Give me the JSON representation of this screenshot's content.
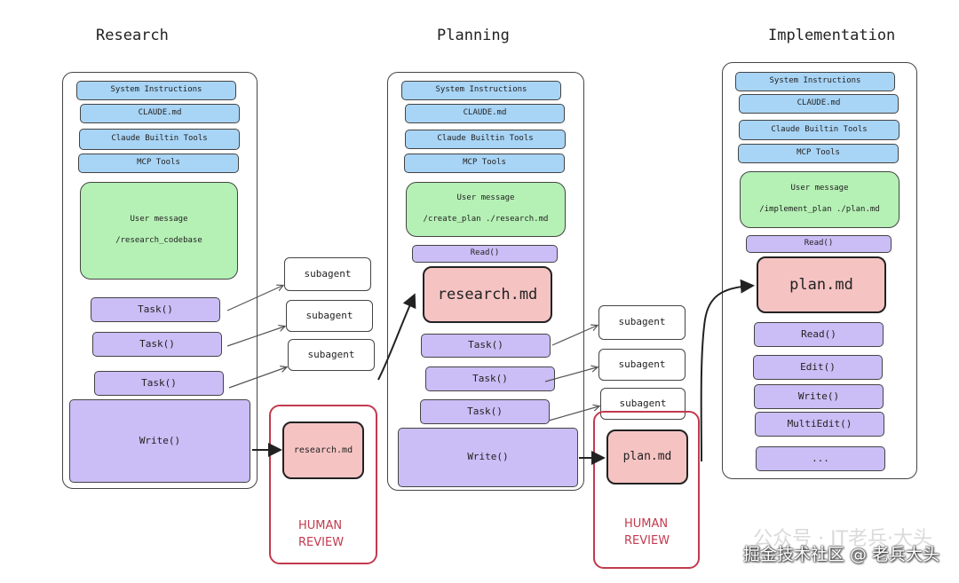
{
  "titles": {
    "research": "Research",
    "planning": "Planning",
    "implementation": "Implementation"
  },
  "research": {
    "system_instructions": "System Instructions",
    "claude_md": "CLAUDE.md",
    "builtin_tools": "Claude Builtin Tools",
    "mcp_tools": "MCP Tools",
    "user_message_label": "User message",
    "user_message_command": "/research_codebase",
    "task_1": "Task()",
    "task_2": "Task()",
    "task_3": "Task()",
    "write": "Write()",
    "subagent_1": "subagent",
    "subagent_2": "subagent",
    "subagent_3": "subagent"
  },
  "review_1": {
    "doc": "research.md",
    "label": "HUMAN\nREVIEW"
  },
  "planning": {
    "system_instructions": "System Instructions",
    "claude_md": "CLAUDE.md",
    "builtin_tools": "Claude Builtin Tools",
    "mcp_tools": "MCP Tools",
    "user_message_label": "User message",
    "user_message_command": "/create_plan ./research.md",
    "read": "Read()",
    "research_doc": "research.md",
    "task_1": "Task()",
    "task_2": "Task()",
    "task_3": "Task()",
    "write": "Write()",
    "subagent_1": "subagent",
    "subagent_2": "subagent",
    "subagent_3": "subagent"
  },
  "review_2": {
    "doc": "plan.md",
    "label": "HUMAN\nREVIEW"
  },
  "implementation": {
    "system_instructions": "System Instructions",
    "claude_md": "CLAUDE.md",
    "builtin_tools": "Claude Builtin Tools",
    "mcp_tools": "MCP Tools",
    "user_message_label": "User message",
    "user_message_command": "/implement_plan ./plan.md",
    "read": "Read()",
    "plan_doc": "plan.md",
    "read_2": "Read()",
    "edit": "Edit()",
    "write": "Write()",
    "multi_edit": "MultiEdit()",
    "more": "..."
  },
  "watermark": {
    "ghost": "公众号 · IT老兵·大头",
    "text": "掘金技术社区 @ 老兵大头"
  },
  "colors": {
    "blue": "#a8d4f5",
    "green": "#b5f0b5",
    "purple": "#cbbdf5",
    "pink": "#f6c3c3",
    "review_red": "#c23a4e"
  }
}
